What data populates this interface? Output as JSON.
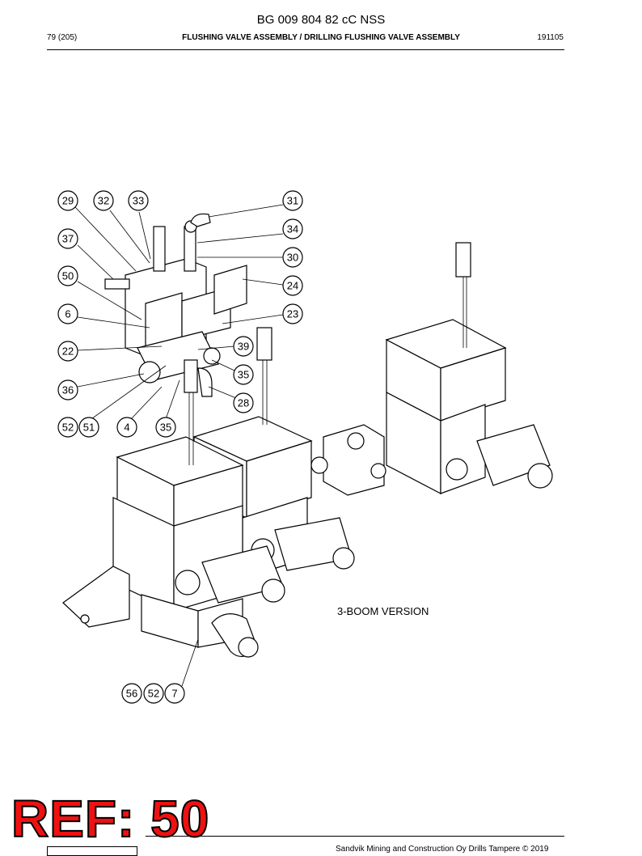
{
  "header": {
    "doc_title": "BG 009 804 82 cC NSS",
    "page": "79 (205)",
    "section": "FLUSHING VALVE ASSEMBLY / DRILLING FLUSHING VALVE ASSEMBLY",
    "date": "191105"
  },
  "drawing": {
    "version_label": "3-BOOM VERSION",
    "callouts": [
      "29",
      "32",
      "33",
      "31",
      "34",
      "37",
      "30",
      "50",
      "24",
      "6",
      "23",
      "39",
      "22",
      "35",
      "36",
      "28",
      "52",
      "51",
      "4",
      "35",
      "56",
      "52",
      "7"
    ]
  },
  "footer": {
    "ref_stamp": "REF: 50",
    "copyright": "Sandvik Mining and Construction Oy Drills Tampere © 2019"
  }
}
